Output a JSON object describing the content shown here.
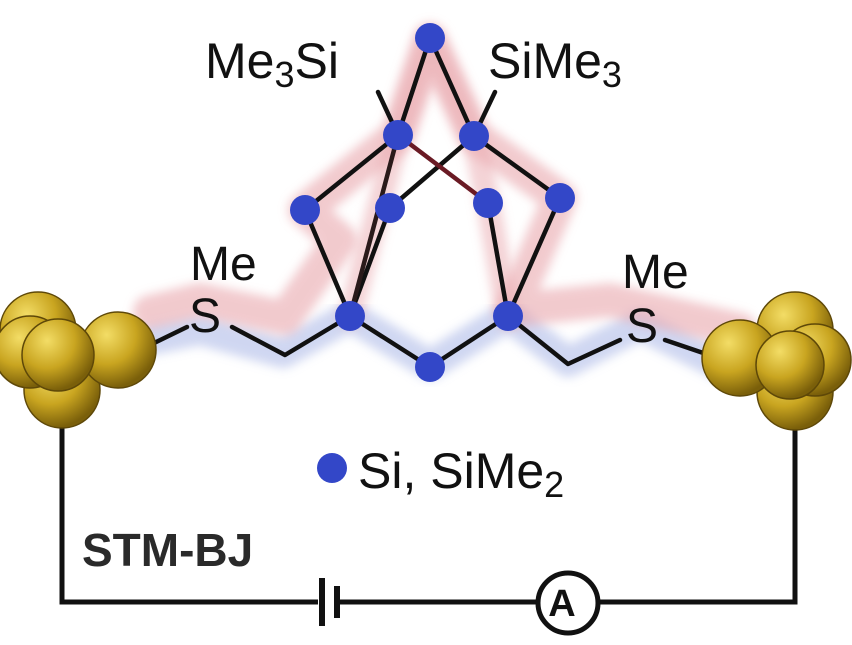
{
  "labels": {
    "left_silyl": {
      "base": "Me",
      "sub1": "3",
      "tail": "Si"
    },
    "right_silyl": {
      "base": "SiMe",
      "sub1": "3"
    },
    "left_methyl": "Me",
    "left_sulfur": "S",
    "right_methyl": "Me",
    "right_sulfur": "S",
    "legend": {
      "base": "Si, SiMe",
      "sub1": "2"
    },
    "setup": "STM-BJ",
    "ammeter": "A"
  },
  "colors": {
    "silicon_atom": "#3347c8",
    "gold_electrode": "#c9a520",
    "bond": "#111111",
    "upper_path_glow": "#e9a7ad",
    "lower_path_glow": "#a9b6e6",
    "inner_bond": "#6a1a24"
  },
  "icons": [
    "gold-electrode-cluster",
    "battery-icon",
    "ammeter-icon",
    "silicon-atom-marker"
  ]
}
